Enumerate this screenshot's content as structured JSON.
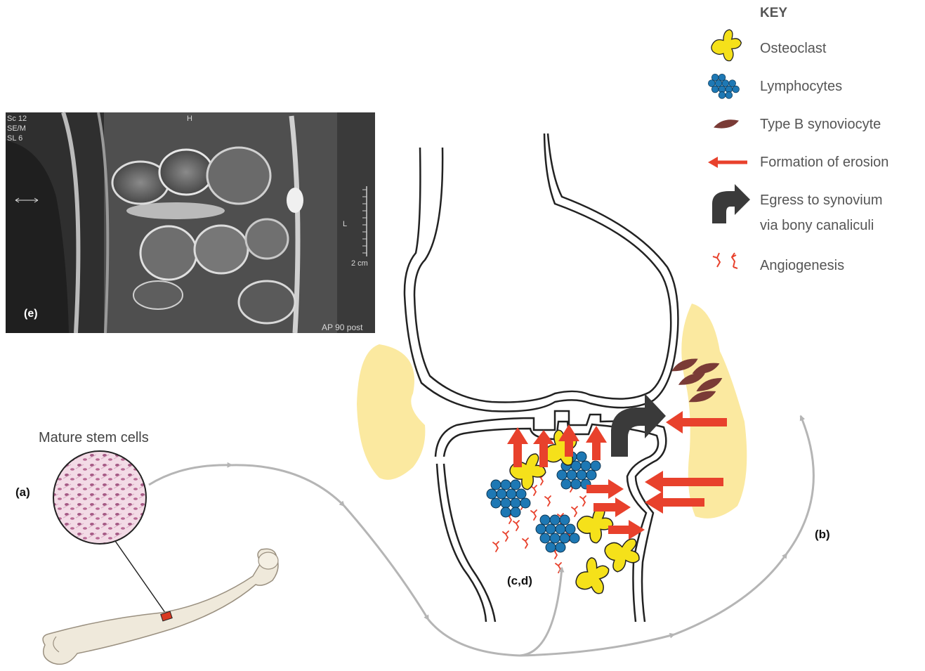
{
  "key": {
    "title": "KEY",
    "items": [
      {
        "icon": "osteoclast-icon",
        "label": "Osteoclast"
      },
      {
        "icon": "lymphocytes-icon",
        "label": "Lymphocytes"
      },
      {
        "icon": "type-b-synoviocyte-icon",
        "label": "Type B synoviocyte"
      },
      {
        "icon": "erosion-arrow-icon",
        "label": "Formation of erosion"
      },
      {
        "icon": "egress-arrow-icon",
        "label_line1": "Egress to synovium",
        "label_line2": "via bony canaliculi"
      },
      {
        "icon": "angiogenesis-icon",
        "label": "Angiogenesis"
      }
    ]
  },
  "mri": {
    "corner_lines": [
      "Sc 12",
      "SE/M",
      "SL 6"
    ],
    "marker_h": "H",
    "marker_l": "L",
    "scale_label": "2 cm",
    "footer": "AP 90 post",
    "panel_label": "(e)"
  },
  "stem_cells": {
    "caption": "Mature stem cells",
    "panel_label": "(a)"
  },
  "panel_labels": {
    "b": "(b)",
    "cd": "(c,d)"
  },
  "colors": {
    "osteoclast": "#f5e11a",
    "lymphocyte": "#1e78b4",
    "synoviocyte": "#7a3b36",
    "erosion_arrow": "#e8412c",
    "egress_arrow": "#3a3a3a",
    "synovium": "#fbe9a0",
    "flow_arrow": "#b5b5b5"
  }
}
